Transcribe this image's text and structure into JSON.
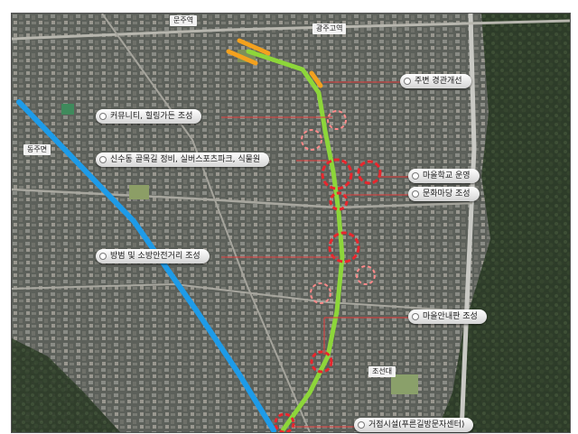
{
  "places": {
    "top_station": "문주역",
    "top_right_station": "광주고역",
    "left_station": "동주면",
    "bottom_school": "조선대"
  },
  "callouts": {
    "scenery": "주변 경관개선",
    "community_garden": "커뮤니티, 힐링가든 조성",
    "alley_facilities": "신수동 골목길 정비, 실버스포츠파크, 식물원",
    "village_school": "마을학교 운영",
    "culture_yard": "문화마당 조성",
    "safety_street": "방범 및 소방안전거리 조성",
    "village_guide": "마을안내판 조성",
    "hub_facility": "거점시설(푸른길방문자센터)"
  },
  "colors": {
    "green_route": "#8dd63a",
    "blue_route": "#1e9be8",
    "orange_segment": "#f3a11e",
    "target_circle": "#e8262d",
    "label_line": "#e33a3a"
  }
}
